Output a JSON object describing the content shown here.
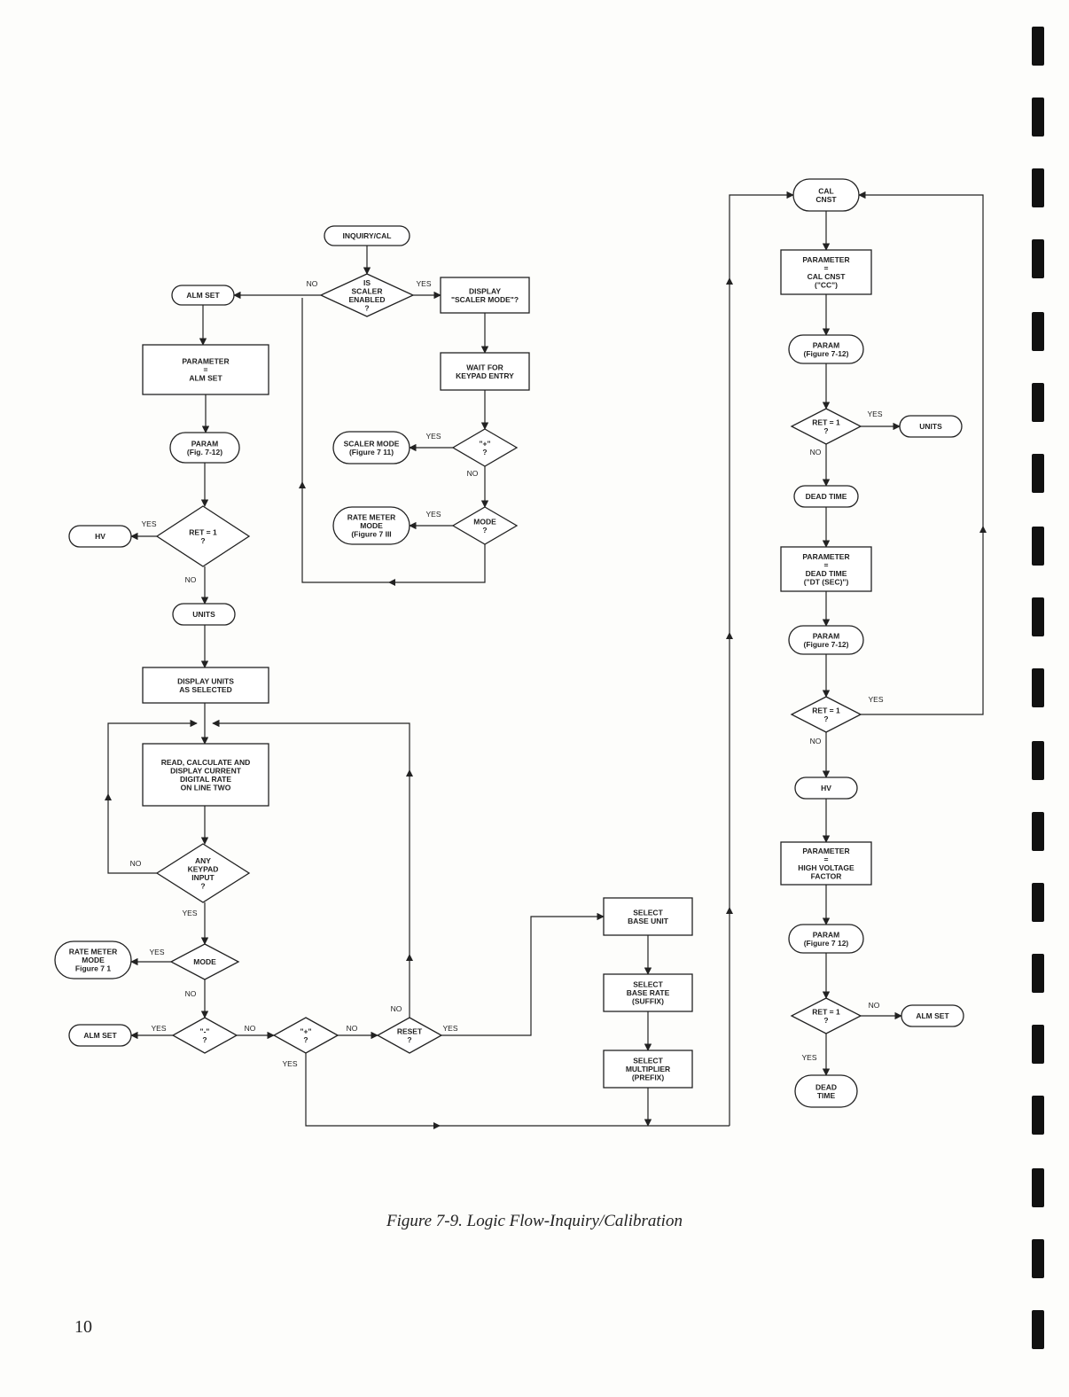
{
  "caption": "Figure 7-9.  Logic Flow-Inquiry/Calibration",
  "page_number": "10",
  "nodes": {
    "inq": [
      "INQUIRY/CAL"
    ],
    "scaler_en": [
      "IS",
      "SCALER",
      "ENABLED",
      "?"
    ],
    "disp_scaler": [
      "DISPLAY",
      "\"SCALER MODE\"?"
    ],
    "wait": [
      "WAIT FOR",
      "KEYPAD ENTRY"
    ],
    "plus1": [
      "\"+\"",
      "?"
    ],
    "scaler_mode": [
      "SCALER MODE",
      "(Figure 7 11)"
    ],
    "mode1": [
      "MODE",
      "?"
    ],
    "ratemeter1": [
      "RATE METER",
      "MODE",
      "(Figure 7 III"
    ],
    "alm_top": [
      "ALM SET"
    ],
    "param_alm": [
      "PARAMETER",
      "=",
      "ALM SET"
    ],
    "param_fig_a": [
      "PARAM",
      "(Fig. 7-12)"
    ],
    "ret_a": [
      "RET = 1",
      "?"
    ],
    "hv_left": [
      "HV"
    ],
    "units_left": [
      "UNITS"
    ],
    "disp_units": [
      "DISPLAY UNITS",
      "AS SELECTED"
    ],
    "read_calc": [
      "READ, CALCULATE AND",
      "DISPLAY CURRENT",
      "DIGITAL RATE",
      "ON LINE TWO"
    ],
    "any_key": [
      "ANY",
      "KEYPAD",
      "INPUT",
      "?"
    ],
    "mode2": [
      "MODE"
    ],
    "ratemeter2": [
      "RATE METER",
      "MODE",
      "Figure 7 1"
    ],
    "minus": [
      "\"-\"",
      "?"
    ],
    "alm_bottom": [
      "ALM SET"
    ],
    "plus2": [
      "\"+\"",
      "?"
    ],
    "reset": [
      "RESET",
      "?"
    ],
    "sel_base_unit": [
      "SELECT",
      "BASE UNIT"
    ],
    "sel_base_rate": [
      "SELECT",
      "BASE RATE",
      "(SUFFIX)"
    ],
    "sel_mult": [
      "SELECT",
      "MULTIPLIER",
      "(PREFIX)"
    ],
    "cal_cnst": [
      "CAL",
      "CNST"
    ],
    "param_cal": [
      "PARAMETER",
      "=",
      "CAL CNST",
      "(\"CC\")"
    ],
    "param_fig_b": [
      "PARAM",
      "(Figure 7-12)"
    ],
    "ret_b": [
      "RET = 1",
      "?"
    ],
    "units_right": [
      "UNITS"
    ],
    "dead_time": [
      "DEAD TIME"
    ],
    "param_dead": [
      "PARAMETER",
      "=",
      "DEAD TIME",
      "(\"DT (SEC)\")"
    ],
    "param_fig_c": [
      "PARAM",
      "(Figure 7-12)"
    ],
    "ret_c": [
      "RET = 1",
      "?"
    ],
    "hv_right": [
      "HV"
    ],
    "param_hv": [
      "PARAMETER",
      "=",
      "HIGH VOLTAGE",
      "FACTOR"
    ],
    "param_fig_d": [
      "PARAM",
      "(Figure 7 12)"
    ],
    "ret_d": [
      "RET = 1",
      "?"
    ],
    "alm_right": [
      "ALM SET"
    ],
    "dead_end": [
      "DEAD",
      "TIME"
    ]
  },
  "edge_labels": {
    "yes": "YES",
    "no": "NO"
  }
}
